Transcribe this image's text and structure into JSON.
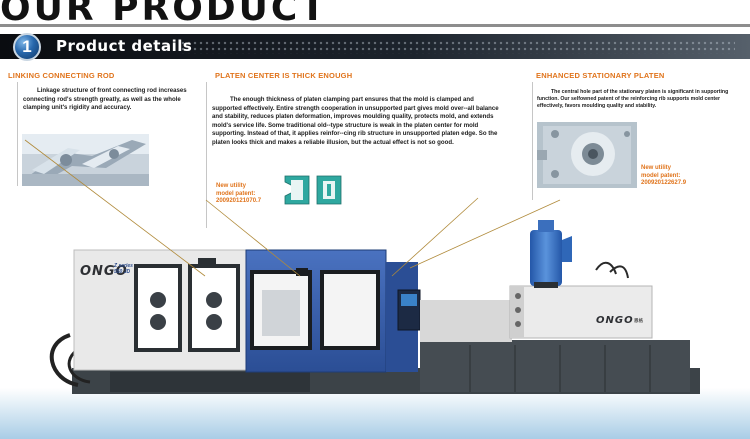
{
  "header": {
    "title": "OUR PRODUCT"
  },
  "section_bar": {
    "number": "1",
    "title": "Product details"
  },
  "features": [
    {
      "title": "LINKING CONNECTING ROD",
      "text": "Linkage structure of front connecting rod increases connecting rod's strength greatly, as well as the whole clamping unit's rigidity and accuracy."
    },
    {
      "title": "PLATEN CENTER IS THICK ENOUGH",
      "text": "The enough thickness of platen clamping part ensures that the mold is clamped and supported effectively. Entire strength cooperation in unsupported part gives mold over--all balance and stability, reduces platen deformation, improves moulding quality, protects mold, and extends mold's service life. Some traditional old--type structure is weak in the platen center for mold supporting. Instead of that, it applies reinfor--cing rib structure in unsupported platen edge. So the platen looks thick and makes a reliable illusion, but the actual effect is not so good.",
      "patent_lines": [
        "New utility",
        "model patent:",
        "200920121070.7"
      ]
    },
    {
      "title": "ENHANCED STATIONARY PLATEN",
      "text": "The central hole part of the stationary platen is significant in supporting function. Our selfowned patent of the reinforcing rib supports mold center effectively, favors moulding quality and stability.",
      "patent_lines": [
        "New utility",
        "model patent:",
        "200920122627.9"
      ]
    }
  ],
  "machine": {
    "brand": "ONGO",
    "series": "Z series",
    "model": "550 JD",
    "brand_right": "ONGO",
    "brand_right_cn": "恩格",
    "colors": {
      "body": "#e8e8e8",
      "guard": "#3b5fa8",
      "base": "#3c4348",
      "hopper": "#2f67b8"
    }
  },
  "colors": {
    "accent": "#e0741c",
    "bar_dark": "#0a0c10",
    "badge": "#2767ac"
  }
}
